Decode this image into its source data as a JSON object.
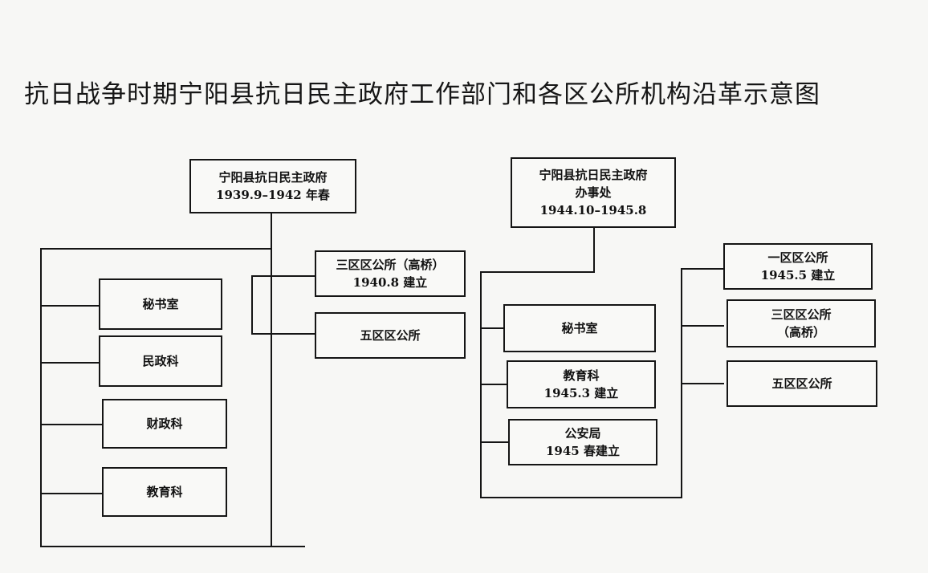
{
  "title": "抗日战争时期宁阳县抗日民主政府工作部门和各区公所机构沿革示意图",
  "left": {
    "root": {
      "line1": "宁阳县抗日民主政府",
      "line2": "1939.9–1942 年春"
    },
    "departments": [
      {
        "line1": "秘书室"
      },
      {
        "line1": "民政科"
      },
      {
        "line1": "财政科"
      },
      {
        "line1": "教育科"
      }
    ],
    "districts": [
      {
        "line1": "三区区公所（高桥）",
        "line2": "1940.8 建立"
      },
      {
        "line1": "五区区公所"
      }
    ]
  },
  "right": {
    "root": {
      "line1": "宁阳县抗日民主政府",
      "line2": "办事处",
      "line3": "1944.10–1945.8"
    },
    "departments": [
      {
        "line1": "秘书室"
      },
      {
        "line1": "教育科",
        "line2": "1945.3 建立"
      },
      {
        "line1": "公安局",
        "line2": "1945 春建立"
      }
    ],
    "districts": [
      {
        "line1": "一区区公所",
        "line2": "1945.5 建立"
      },
      {
        "line1": "三区区公所",
        "line2": "（高桥）"
      },
      {
        "line1": "五区区公所"
      }
    ]
  }
}
